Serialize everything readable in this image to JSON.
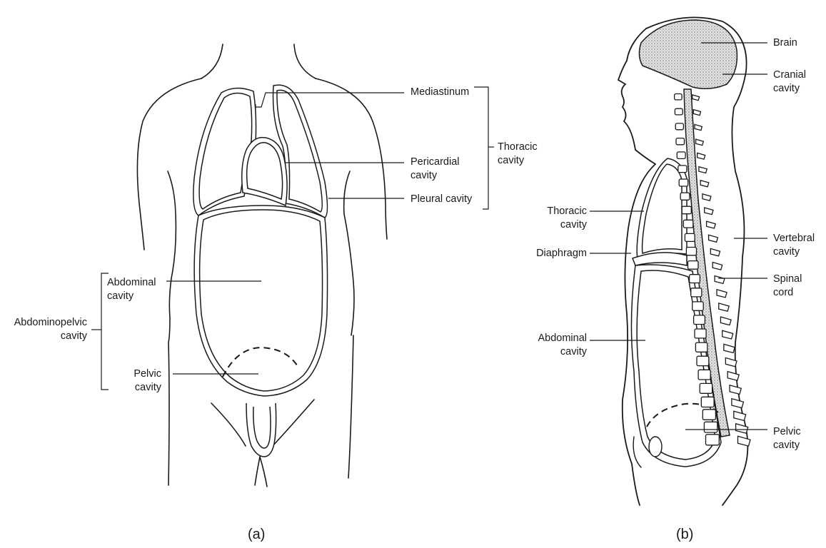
{
  "figure_a": {
    "caption": "(a)",
    "labels": {
      "mediastinum": "Mediastinum",
      "pericardial": "Pericardial\ncavity",
      "pleural": "Pleural cavity",
      "thoracic": "Thoracic\ncavity",
      "abdominal": "Abdominal\ncavity",
      "pelvic": "Pelvic\ncavity",
      "abdominopelvic": "Abdominopelvic\ncavity"
    }
  },
  "figure_b": {
    "caption": "(b)",
    "labels": {
      "brain": "Brain",
      "cranial": "Cranial\ncavity",
      "thoracic": "Thoracic\ncavity",
      "diaphragm": "Diaphragm",
      "vertebral": "Vertebral\ncavity",
      "spinal_cord": "Spinal\ncord",
      "abdominal": "Abdominal\ncavity",
      "pelvic": "Pelvic\ncavity"
    }
  },
  "colors": {
    "ink": "#1a1a1a",
    "fill": "#ffffff",
    "stipple": "#cfcfcf"
  }
}
